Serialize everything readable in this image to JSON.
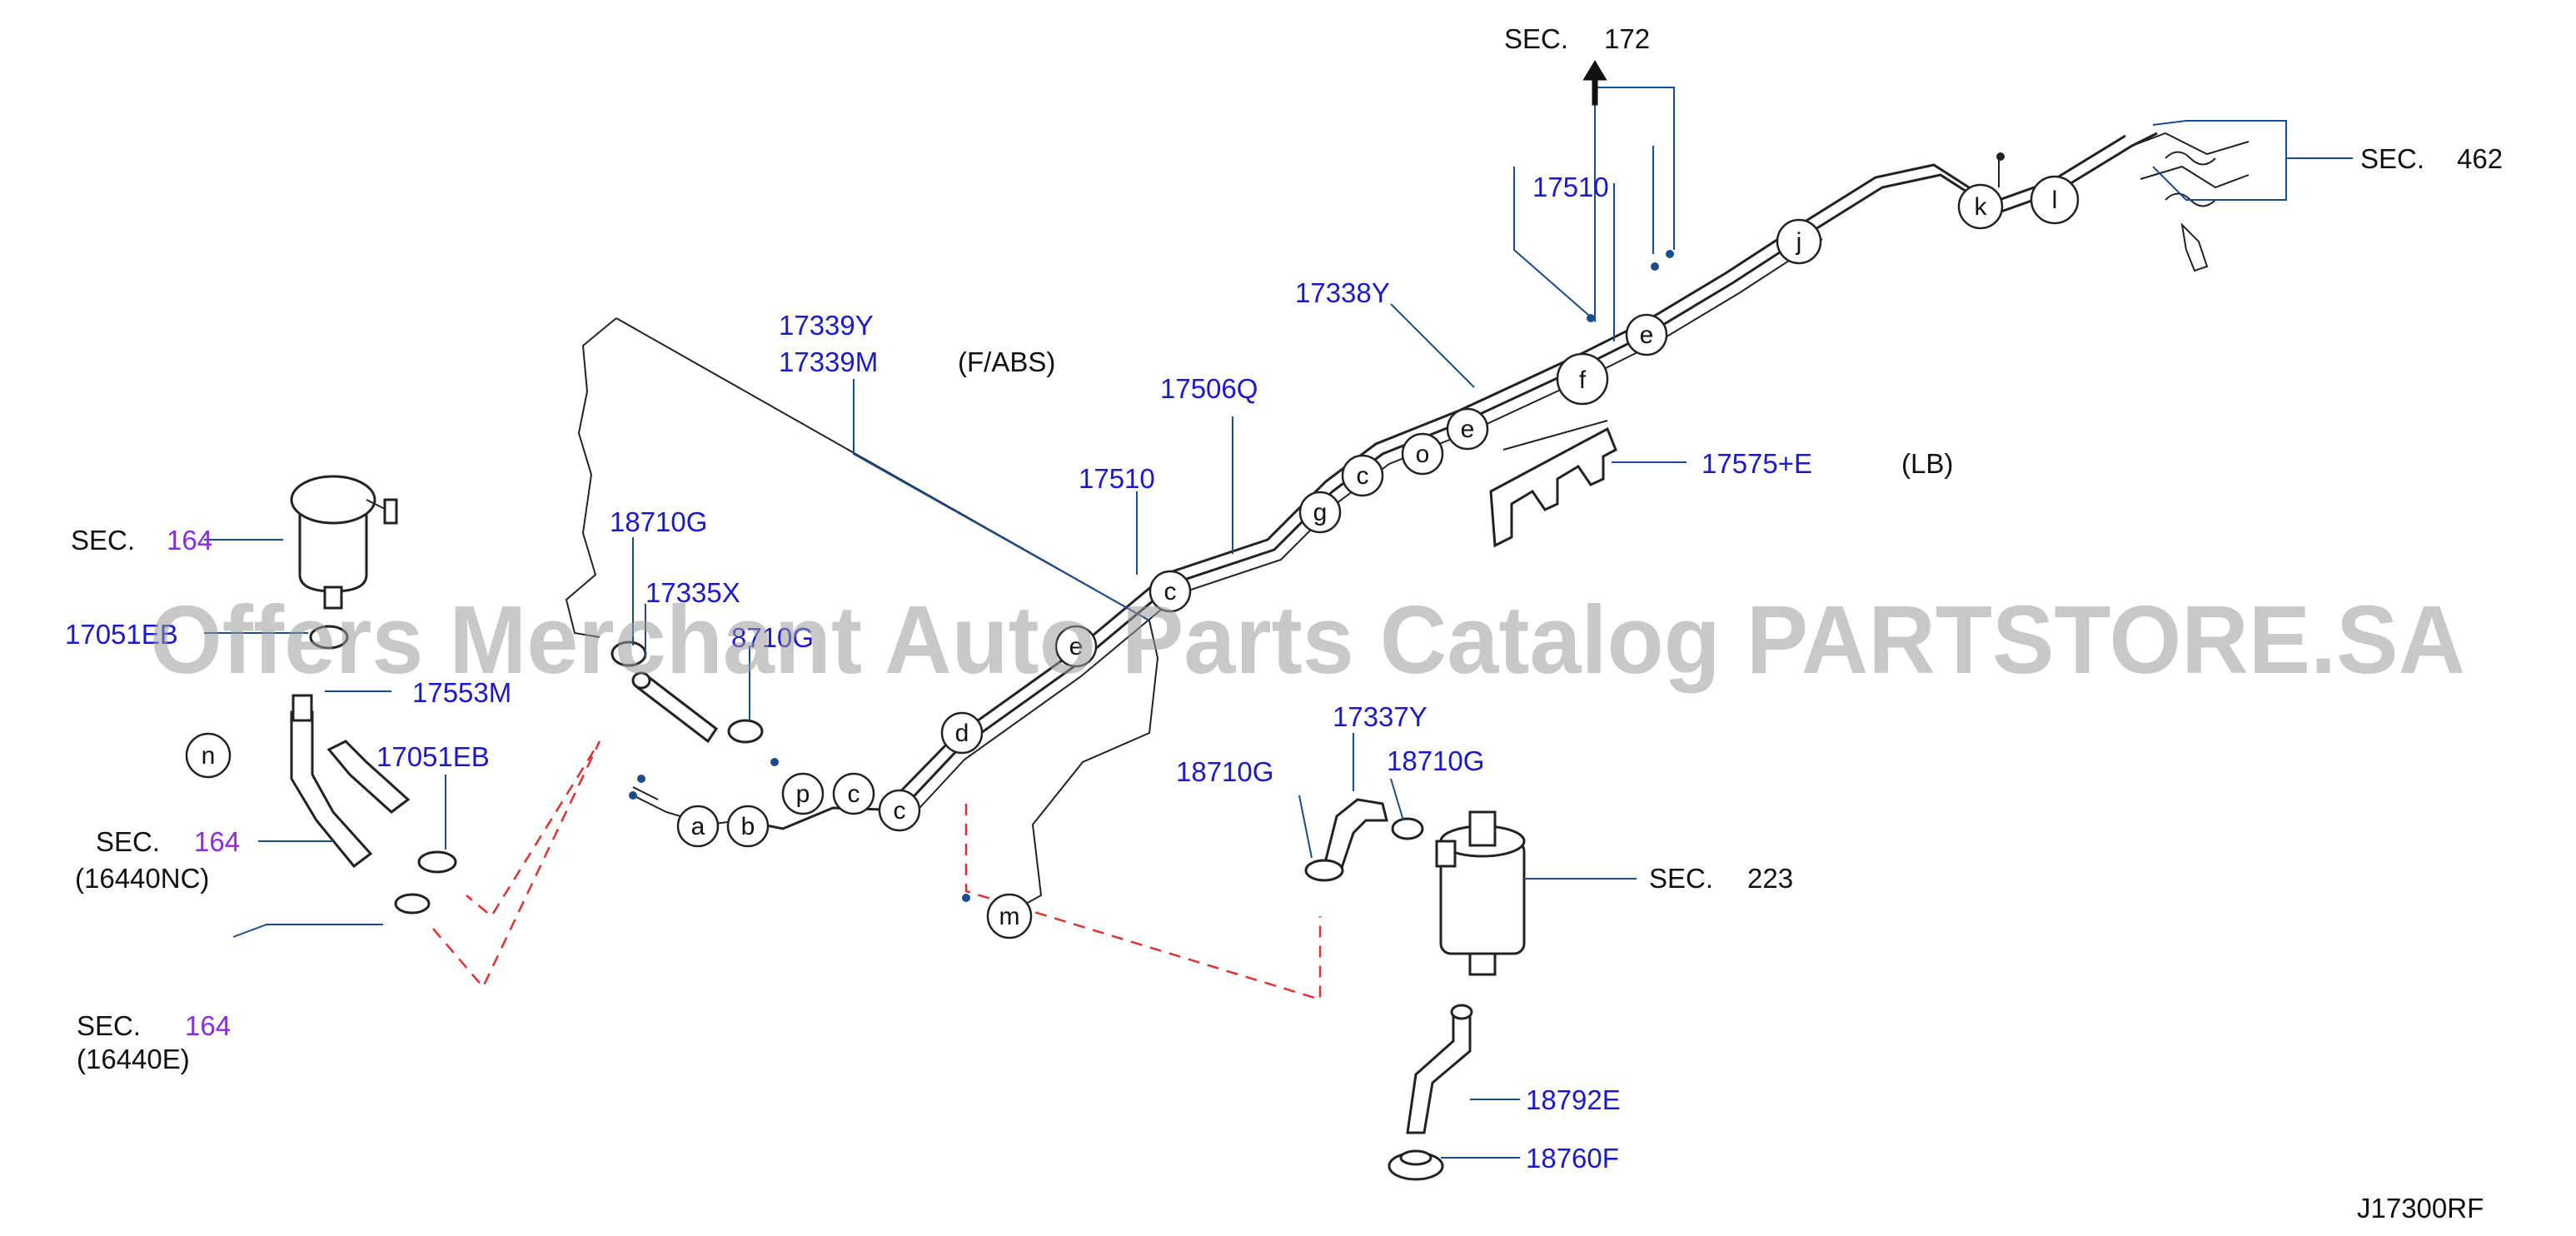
{
  "watermark": "Offers Merchant Auto Parts Catalog PARTSTORE.SA",
  "diagram_code": "J17300RF",
  "section_refs": {
    "sec172": {
      "prefix": "SEC.",
      "number": "172"
    },
    "sec462": {
      "prefix": "SEC.",
      "number": "462"
    },
    "sec223": {
      "prefix": "SEC.",
      "number": "223"
    },
    "sec164_top": {
      "prefix": "SEC.",
      "number": "164"
    },
    "sec164_mid": {
      "prefix": "SEC.",
      "number": "164",
      "note": "(16440NC)"
    },
    "sec164_bottom": {
      "prefix": "SEC.",
      "number": "164",
      "note": "(16440E)"
    }
  },
  "part_labels": {
    "p17510_top": "17510",
    "p17338Y": "17338Y",
    "p17339Y": "17339Y",
    "p17339M": "17339M",
    "fabs": "(F/ABS)",
    "p17506Q": "17506Q",
    "p17510_mid": "17510",
    "p17575E": "17575+E",
    "lb": "(LB)",
    "p18710G_left": "18710G",
    "p17335X": "17335X",
    "p18710G_partial": "8710G",
    "p17051EB_left": "17051EB",
    "p17553M": "17553M",
    "p17051EB_right": "17051EB",
    "p17337Y": "17337Y",
    "p18710G_a": "18710G",
    "p18710G_b": "18710G",
    "p18792E": "18792E",
    "p18760F": "18760F"
  },
  "callouts": {
    "a": "a",
    "b": "b",
    "p": "p",
    "c1": "c",
    "c2": "c",
    "d": "d",
    "e1": "e",
    "c3": "c",
    "g": "g",
    "c4": "c",
    "o": "o",
    "e2": "e",
    "f": "f",
    "e3": "e",
    "j": "j",
    "k": "k",
    "l": "l",
    "m": "m",
    "n": "n"
  }
}
